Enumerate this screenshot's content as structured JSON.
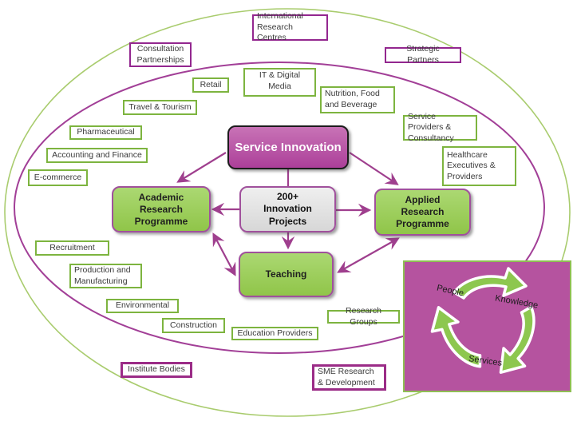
{
  "diagram": {
    "center_boxes": {
      "service_innovation": "Service Innovation",
      "academic_research": "Academic Research Programme",
      "innovation_projects": "200+ Innovation Projects",
      "applied_research": "Applied Research Programme",
      "teaching": "Teaching"
    },
    "sector_labels": {
      "international_research_centres": "International Research Centres",
      "consultation_partnerships": "Consultation Partnerships",
      "strategic_partners": "Strategic Partners",
      "retail": "Retail",
      "it_digital_media": "IT & Digital Media",
      "nutrition_food_beverage": "Nutrition, Food and Beverage",
      "travel_tourism": "Travel & Tourism",
      "service_providers_consultancy": "Service Providers & Consultancy",
      "pharmaceutical": "Pharmaceutical",
      "healthcare_executives_providers": "Healthcare Executives & Providers",
      "accounting_finance": "Accounting and Finance",
      "e_commerce": "E-commerce",
      "recruitment": "Recruitment",
      "production_manufacturing": "Production and Manufacturing",
      "environmental": "Environmental",
      "construction": "Construction",
      "education_providers": "Education Providers",
      "research_groups": "Research Groups",
      "institute_bodies": "Institute Bodies",
      "sme_research_development": "SME Research & Development"
    },
    "cycle": {
      "people": "People",
      "knowledge": "Knowledge",
      "services": "Services"
    },
    "colors": {
      "magenta_accent": "#a23f97",
      "magenta_fill": "#b5539f",
      "green_fill": "#9ccc55",
      "green_border": "#7db43f",
      "purple_border": "#93278f",
      "outer_ellipse_green": "#a9cc6e",
      "arrow_magenta": "#9f3f8e",
      "gray_fill": "#dddddd"
    }
  }
}
